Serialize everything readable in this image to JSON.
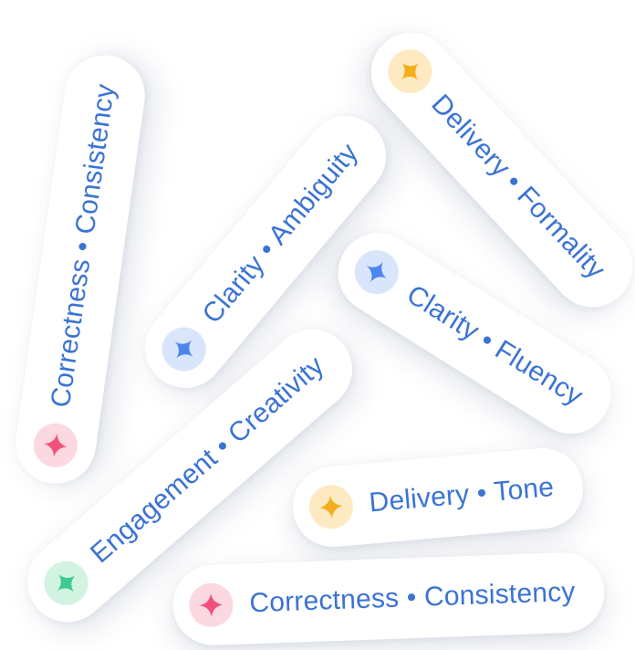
{
  "colors": {
    "text_blue": "#3b73d4",
    "background": "#ffffff"
  },
  "pills": [
    {
      "label": "Correctness • Consistency",
      "icon": "sparkle-icon",
      "icon_color": "#f0527a",
      "icon_bg": "#fcd8e1"
    },
    {
      "label": "Delivery • Formality",
      "icon": "sparkle-icon",
      "icon_color": "#f2ae1c",
      "icon_bg": "#fdeac2"
    },
    {
      "label": "Clarity • Ambiguity",
      "icon": "sparkle-icon",
      "icon_color": "#4e86ee",
      "icon_bg": "#d8e5fb"
    },
    {
      "label": "Clarity • Fluency",
      "icon": "sparkle-icon",
      "icon_color": "#4e86ee",
      "icon_bg": "#d8e5fb"
    },
    {
      "label": "Engagement • Creativity",
      "icon": "sparkle-icon",
      "icon_color": "#3ecb8f",
      "icon_bg": "#d2f3e1"
    },
    {
      "label": "Delivery • Tone",
      "icon": "sparkle-icon",
      "icon_color": "#f2ae1c",
      "icon_bg": "#fdeac2"
    },
    {
      "label": "Correctness • Consistency",
      "icon": "sparkle-icon",
      "icon_color": "#f0527a",
      "icon_bg": "#fcd8e1"
    }
  ]
}
